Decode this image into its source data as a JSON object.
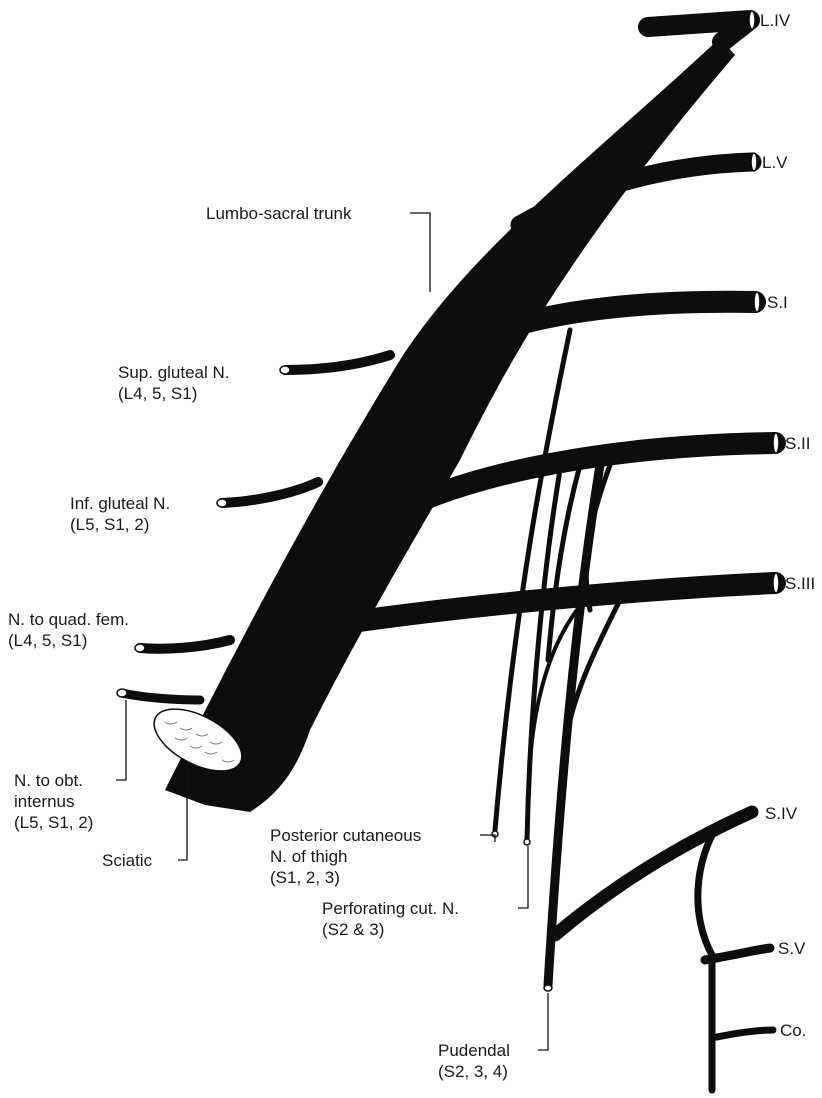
{
  "roots": {
    "l4": "L.IV",
    "l5": "L.V",
    "s1": "S.I",
    "s2": "S.II",
    "s3": "S.III",
    "s4": "S.IV",
    "s5": "S.V",
    "co": "Co."
  },
  "branches": {
    "lumbo_sacral_trunk": "Lumbo-sacral trunk",
    "sup_gluteal": {
      "name": "Sup. gluteal N.",
      "roots": "(L4, 5, S1)"
    },
    "inf_gluteal": {
      "name": "Inf. gluteal N.",
      "roots": "(L5, S1, 2)"
    },
    "quad_fem": {
      "name": "N. to quad. fem.",
      "roots": "(L4, 5, S1)"
    },
    "obt_internus": {
      "name1": "N. to obt.",
      "name2": "internus",
      "roots": "(L5, S1, 2)"
    },
    "sciatic": "Sciatic",
    "post_cutaneous": {
      "name1": "Posterior cutaneous",
      "name2": "N. of thigh",
      "roots": "(S1, 2, 3)"
    },
    "perforating": {
      "name": "Perforating cut. N.",
      "roots": "(S2 & 3)"
    },
    "pudendal": {
      "name": "Pudendal",
      "roots": "(S2, 3, 4)"
    }
  }
}
